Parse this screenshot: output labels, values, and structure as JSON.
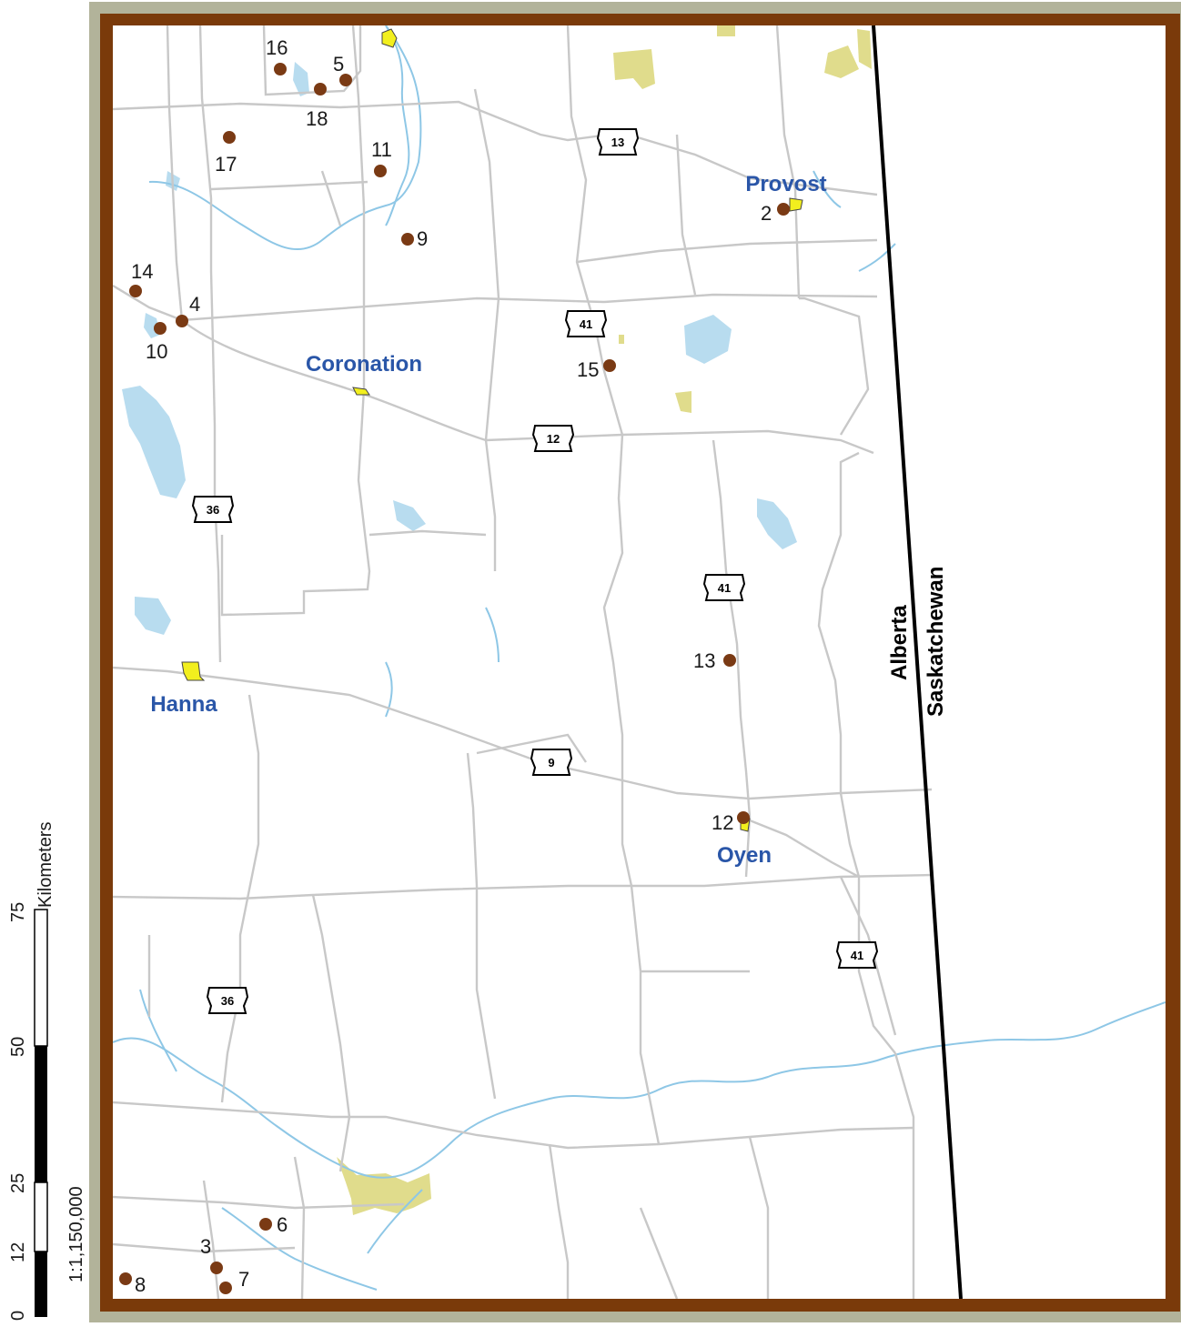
{
  "map": {
    "towns": [
      {
        "name": "Provost"
      },
      {
        "name": "Coronation"
      },
      {
        "name": "Hanna"
      },
      {
        "name": "Oyen"
      }
    ],
    "sites": [
      "16",
      "5",
      "18",
      "17",
      "11",
      "9",
      "14",
      "4",
      "10",
      "15",
      "2",
      "13",
      "12",
      "6",
      "3",
      "7",
      "8"
    ],
    "highways": [
      "13",
      "41",
      "12",
      "36",
      "41",
      "9",
      "41",
      "36"
    ],
    "provinces": {
      "west": "Alberta",
      "east": "Saskatchewan"
    },
    "colors": {
      "frame_outer": "#b2b39a",
      "frame_inner": "#7a3a0a",
      "road": "#c8c8c8",
      "water": "#b8dcef",
      "river": "#8ec7e6",
      "town_fill": "#f2ef1e",
      "site_marker": "#7a3a14",
      "reserve_fill": "#e0dc8c",
      "label_blue": "#2a56a8",
      "border": "#000000"
    }
  },
  "scale": {
    "unit": "Kilometers",
    "ratio": "1:1,150,000",
    "ticks": [
      "0",
      "12",
      "25",
      "50",
      "75"
    ]
  }
}
